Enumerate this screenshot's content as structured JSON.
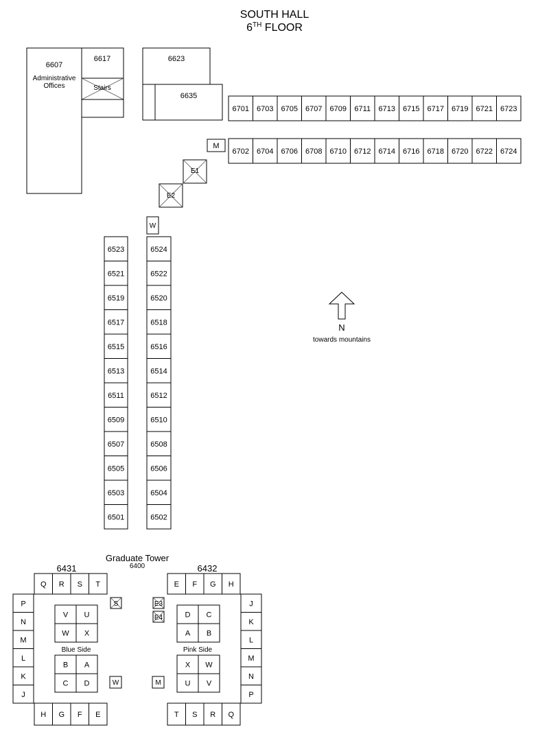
{
  "title": {
    "line1": "SOUTH HALL",
    "line2_main": "6",
    "line2_sup": "TH",
    "line2_rest": " FLOOR"
  },
  "colors": {
    "selected_room": "#1e9ee6",
    "line": "#000000",
    "background": "#ffffff"
  },
  "admin": {
    "room": "6607",
    "label_line1": "Administrative",
    "label_line2": "Offices"
  },
  "rooms_upper": {
    "r6617": "6617",
    "stairs": "Stairs",
    "r6623": "6623",
    "r6635": "6635",
    "m": "M"
  },
  "hall_6700_north": [
    "6701",
    "6703",
    "6705",
    "6707",
    "6709",
    "6711",
    "6713",
    "6715",
    "6717",
    "6719",
    "6721",
    "6723"
  ],
  "hall_6700_south": [
    "6702",
    "6704",
    "6706",
    "6708",
    "6710",
    "6712",
    "6714",
    "6716",
    "6718",
    "6720",
    "6722",
    "6724"
  ],
  "elevators": {
    "e1": "E1",
    "e2": "E2"
  },
  "restroom_w": "W",
  "hall_6500_west": [
    "6523",
    "6521",
    "6519",
    "6517",
    "6515",
    "6513",
    "6511",
    "6509",
    "6507",
    "6505",
    "6503",
    "6501"
  ],
  "hall_6500_east": [
    "6524",
    "6522",
    "6520",
    "6518",
    "6516",
    "6514",
    "6512",
    "6510",
    "6508",
    "6506",
    "6504",
    "6502"
  ],
  "selected_room": "6520",
  "compass": {
    "label": "N",
    "sub": "towards mountains"
  },
  "grad_tower": {
    "title": "Graduate Tower",
    "subtitle": "6400",
    "left": {
      "room": "6431",
      "top": [
        "Q",
        "R",
        "S",
        "T"
      ],
      "side": [
        "P",
        "N",
        "M",
        "L",
        "K",
        "J"
      ],
      "bottom": [
        "H",
        "G",
        "F",
        "E"
      ],
      "upper_grid": [
        "V",
        "U",
        "W",
        "X"
      ],
      "label": "Blue Side",
      "lower_grid": [
        "B",
        "A",
        "C",
        "D"
      ]
    },
    "right": {
      "room": "6432",
      "top": [
        "E",
        "F",
        "G",
        "H"
      ],
      "side": [
        "J",
        "K",
        "L",
        "M",
        "N",
        "P"
      ],
      "bottom": [
        "T",
        "S",
        "R",
        "Q"
      ],
      "upper_grid": [
        "D",
        "C",
        "A",
        "B"
      ],
      "label": "Pink Side",
      "lower_grid": [
        "X",
        "W",
        "U",
        "V"
      ]
    },
    "center": {
      "s": "S",
      "e3": "E3",
      "e4": "E4",
      "w": "W",
      "m": "M"
    }
  }
}
